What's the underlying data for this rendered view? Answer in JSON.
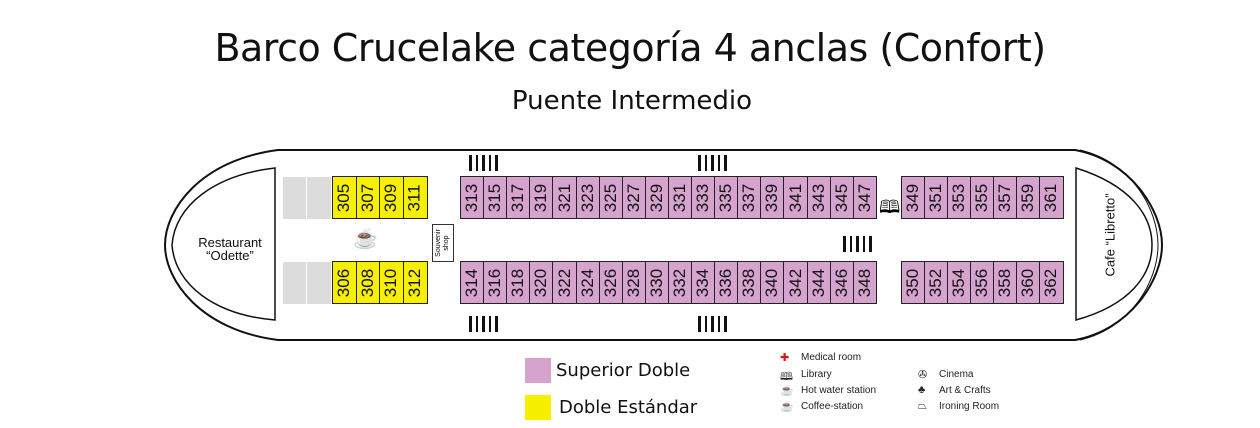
{
  "title": "Barco Crucelake categoría 4 anclas (Confort)",
  "subtitle": "Puente Intermedio",
  "colors": {
    "superior": "#d6a3cf",
    "estandar": "#f7ef00",
    "service": "#dcdcdc"
  },
  "rooms": {
    "yellow_top": [
      "305",
      "307",
      "309",
      "311"
    ],
    "yellow_bottom": [
      "306",
      "308",
      "310",
      "312"
    ],
    "pink_top": [
      "313",
      "315",
      "317",
      "319",
      "321",
      "323",
      "325",
      "327",
      "329",
      "331",
      "333",
      "335",
      "337",
      "339",
      "341",
      "343",
      "345",
      "347"
    ],
    "pink_bottom": [
      "314",
      "316",
      "318",
      "320",
      "322",
      "324",
      "326",
      "328",
      "330",
      "332",
      "334",
      "336",
      "338",
      "340",
      "342",
      "344",
      "346",
      "348"
    ],
    "pink_top_aft": [
      "349",
      "351",
      "353",
      "355",
      "357",
      "359",
      "361"
    ],
    "pink_bottom_aft": [
      "350",
      "352",
      "354",
      "356",
      "358",
      "360",
      "362"
    ]
  },
  "places": {
    "restaurant_line1": "Restaurant",
    "restaurant_line2": "“Odette”",
    "souvenir_line1": "Souvenir",
    "souvenir_line2": "shop",
    "cafe": "Cafe “Libretto”"
  },
  "legend": {
    "superior": "Superior Doble",
    "estandar": "Doble Estándar",
    "icons": [
      {
        "icon": "medical-cross",
        "label": "Medical room"
      },
      {
        "icon": "library-book",
        "label": "Library"
      },
      {
        "icon": "hot-water-cup",
        "label": "Hot water station"
      },
      {
        "icon": "coffee-cup",
        "label": "Coffee-station"
      },
      {
        "icon": "film-reel",
        "label": "Cinema"
      },
      {
        "icon": "palette",
        "label": "Art & Crafts"
      },
      {
        "icon": "iron",
        "label": "Ironing Room"
      }
    ]
  }
}
